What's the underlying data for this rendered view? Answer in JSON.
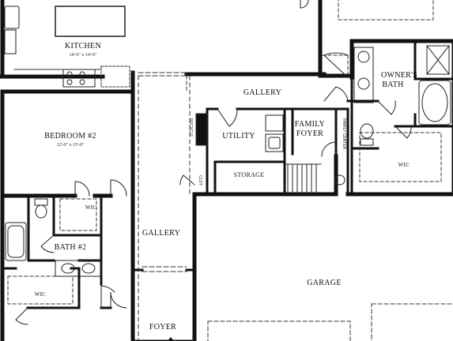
{
  "rooms": {
    "kitchen": {
      "name": "KITCHEN",
      "size": "14'-6\" x 14'-6\""
    },
    "bedroom2": {
      "name": "BEDROOM #2",
      "size": "12'-0\" x 15'-0\""
    },
    "gallery_upper": {
      "name": "GALLERY"
    },
    "gallery_lower": {
      "name": "GALLERY"
    },
    "utility": {
      "name": "UTILITY"
    },
    "storage": {
      "name": "STORAGE"
    },
    "family_foyer": {
      "name": "FAMILY FOYER",
      "line1": "FAMILY",
      "line2": "FOYER"
    },
    "owners_bath": {
      "name": "OWNER'S BATH",
      "line1": "OWNER'S",
      "line2": "BATH"
    },
    "wic_owner": {
      "name": "WIC"
    },
    "wic_bed2": {
      "name": "WIC"
    },
    "wic_bath2": {
      "name": "WIC"
    },
    "bath2": {
      "name": "BATH #2"
    },
    "garage": {
      "name": "GARAGE"
    },
    "foyer": {
      "name": "FOYER"
    }
  },
  "small_labels": {
    "family_center": "FAMILY CENTER",
    "closet": "CLST",
    "recycle": "RECYCLE"
  },
  "colors": {
    "wall": "#111111",
    "line": "#333333",
    "background": "#ffffff"
  }
}
